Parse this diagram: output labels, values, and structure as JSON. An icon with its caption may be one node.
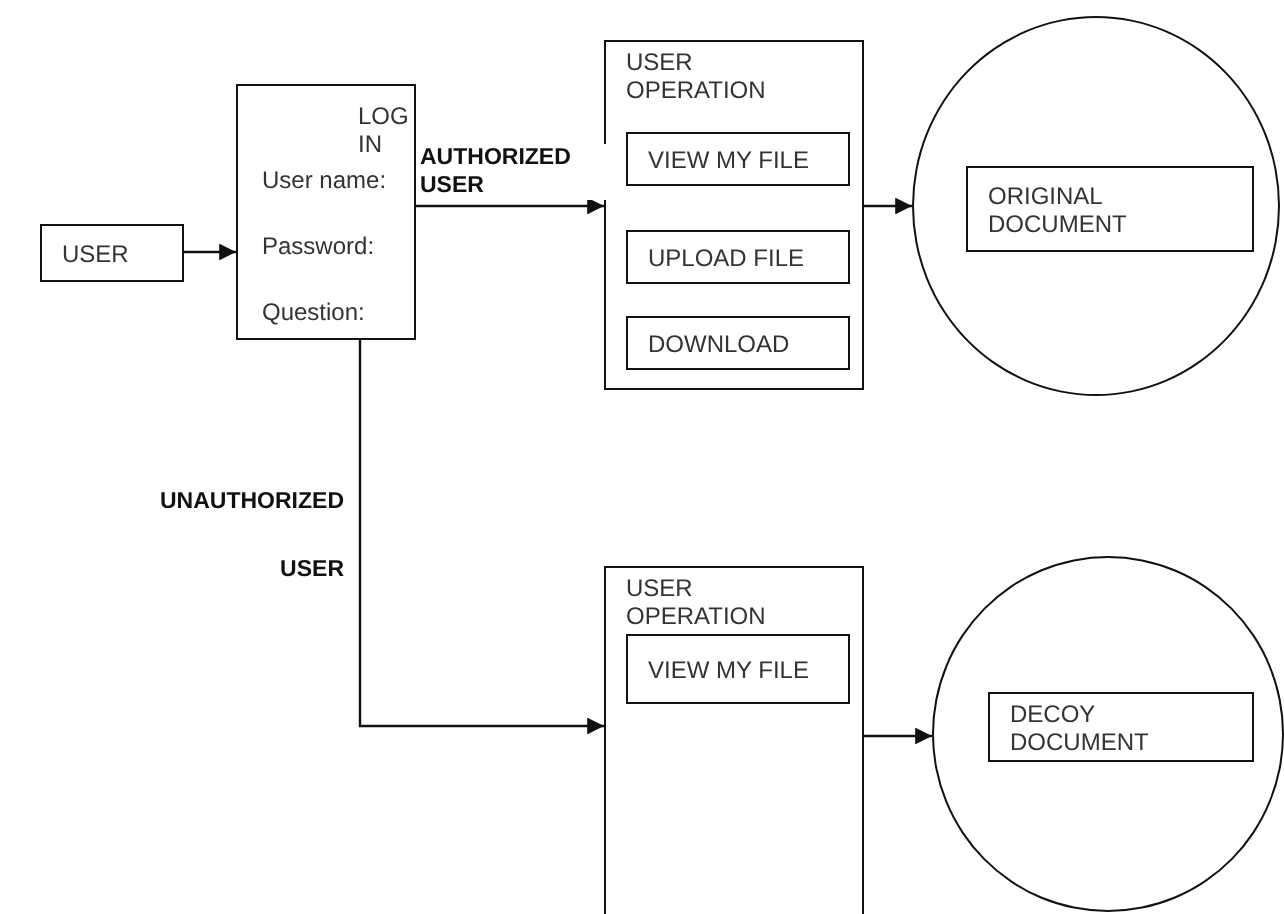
{
  "diagram": {
    "nodes": [
      {
        "text": [
          "USER"
        ]
      },
      {
        "text": [
          "LOG IN",
          "User name:",
          "Password:",
          "Question:"
        ]
      },
      {
        "text": [
          "USER OPERATION"
        ]
      },
      {
        "text": [
          "VIEW MY FILE"
        ],
        "in": 2
      },
      {
        "text": [
          "UPLOAD FILE"
        ],
        "in": 2
      },
      {
        "text": [
          "DOWNLOAD"
        ],
        "in": 2
      },
      {
        "text": [],
        "shape": "circle"
      },
      {
        "text": [
          "ORIGINAL DOCUMENT"
        ],
        "in": 6
      },
      {
        "text": [
          "USER OPERATION"
        ]
      },
      {
        "text": [
          "VIEW MY FILE"
        ],
        "in": 8
      },
      {
        "text": [],
        "shape": "circle"
      },
      {
        "text": [
          "DECOY DOCUMENT"
        ],
        "in": 10
      }
    ],
    "edges": [
      {
        "from": 0,
        "to": 1,
        "arrow": "to"
      },
      {
        "from": 1,
        "to": 2,
        "arrow": "to",
        "label": "AUTHORIZED USER"
      },
      {
        "from": 2,
        "to": 6,
        "arrow": "to"
      },
      {
        "from": 1,
        "to": 8,
        "arrow": "to",
        "label": "UNAUTHORIZED USER"
      },
      {
        "from": 8,
        "to": 10,
        "arrow": "to"
      }
    ]
  }
}
